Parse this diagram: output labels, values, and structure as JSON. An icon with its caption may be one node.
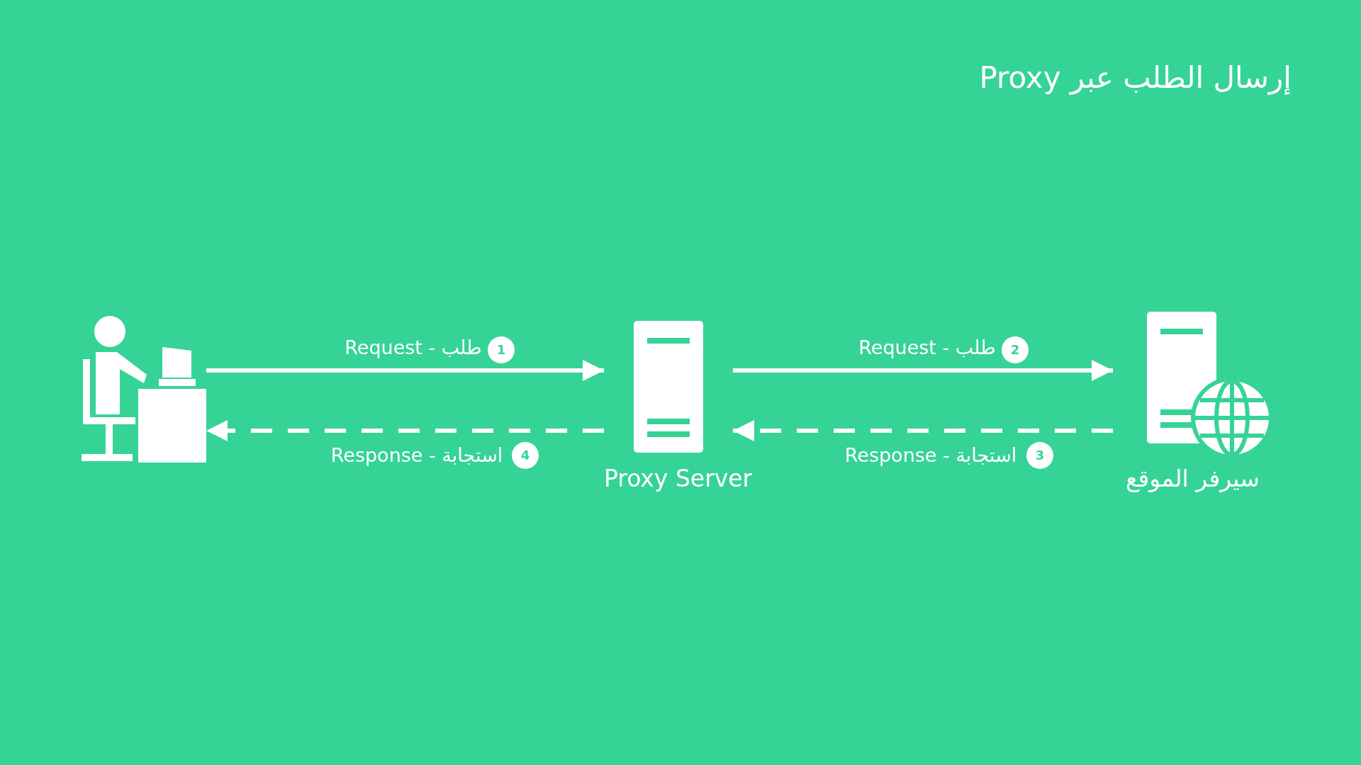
{
  "diagram": {
    "title": "إرسال الطلب عبر Proxy",
    "nodes": [
      {
        "text": [],
        "shape": "person"
      },
      {
        "text": [
          "Proxy Server"
        ]
      },
      {
        "text": [
          "سيرفر الموقع"
        ]
      }
    ],
    "edges": [
      {
        "from": 0,
        "to": 1,
        "arrow": "to",
        "label": "Request - طلب"
      },
      {
        "from": 1,
        "to": 2,
        "arrow": "to",
        "label": "Request - طلب"
      },
      {
        "from": 2,
        "to": 1,
        "arrow": "to",
        "style": "dashed",
        "label": "Response - استجابة"
      },
      {
        "from": 1,
        "to": 0,
        "arrow": "to",
        "style": "dashed",
        "label": "Response - استجابة"
      }
    ],
    "labels": [
      "1",
      "2",
      "4",
      "3"
    ]
  }
}
